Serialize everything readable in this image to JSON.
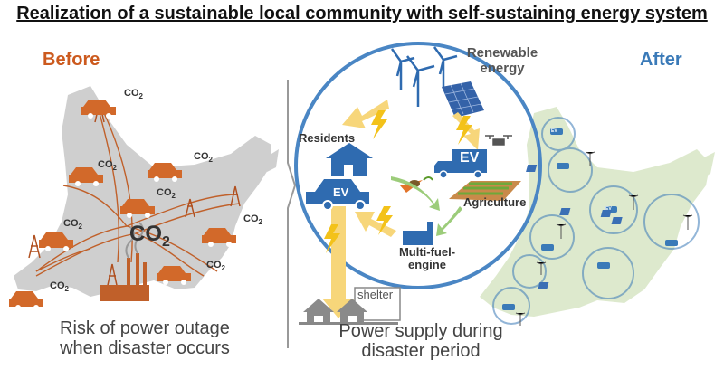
{
  "title": "Realization of a sustainable local community with self-sustaining energy system",
  "before": {
    "heading": "Before",
    "co2_label": "CO",
    "co2_sub": "2",
    "caption_line1": "Risk of power outage",
    "caption_line2": "when disaster occurs"
  },
  "center": {
    "renewable_line1": "Renewable",
    "renewable_line2": "energy",
    "residents": "Residents",
    "ev_car": "EV",
    "ev_truck": "EV",
    "agriculture": "Agriculture",
    "engine_line1": "Multi-fuel-",
    "engine_line2": "engine",
    "shelter": "shelter",
    "caption_line1": "Power supply during",
    "caption_line2": "disaster period"
  },
  "after": {
    "heading": "After",
    "ev_small": "EV"
  },
  "colors": {
    "before": "#cc5a1e",
    "after": "#3a7ab8",
    "land_before": "#c8c8c8",
    "land_after": "#dbe8c8",
    "arrow": "#f7d67a",
    "lightning": "#f3c21a"
  }
}
